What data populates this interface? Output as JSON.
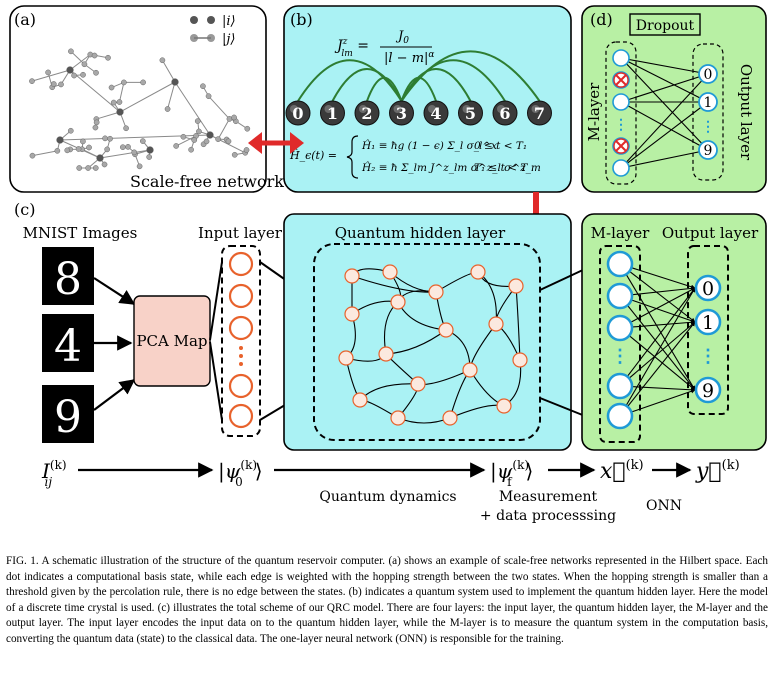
{
  "panel_labels": {
    "a": "(a)",
    "b": "(b)",
    "c": "(c)",
    "d": "(d)"
  },
  "panel_a": {
    "legend_ket_i": "|i⟩",
    "legend_ket_j": "|j⟩",
    "title": "Scale-free network"
  },
  "panel_b": {
    "coupling_lhs": "J",
    "coupling_lhs_sup": "z",
    "coupling_lhs_sub": "lm",
    "coupling_num": "J",
    "coupling_num_sub": "0",
    "coupling_den": "|l − m|",
    "coupling_den_sup": "α",
    "qubits": [
      "0",
      "1",
      "2",
      "3",
      "4",
      "5",
      "6",
      "7"
    ],
    "hamiltonian_lhs": "Ĥ_ϵ(t) =",
    "h1": "Ĥ₁ ≡ ħg (1 − ϵ) Σ_l σ_l^x",
    "h1_cond": "0 ≤ t < T₁",
    "h2": "Ĥ₂ ≡ ħ Σ_lm J^z_lm σ^z_l σ^z_m",
    "h2_cond": "T₁ ≤ t < T ."
  },
  "panel_d": {
    "dropout_label": "Dropout",
    "m_layer_label": "M-layer",
    "output_layer_label": "Output layer",
    "outputs": [
      "0",
      "1",
      "9"
    ],
    "ellipsis": "⋮"
  },
  "panel_c": {
    "mnist_label": "MNIST Images",
    "digits": [
      "8",
      "4",
      "9"
    ],
    "pca_label": "PCA Map",
    "input_layer_label": "Input layer",
    "hidden_layer_label": "Quantum hidden layer",
    "m_layer_label": "M-layer",
    "output_layer_label": "Output layer",
    "outputs": [
      "0",
      "1",
      "9"
    ],
    "ellipsis": "⋮"
  },
  "flow": {
    "input_symbol": "I",
    "input_sup": "(k)",
    "input_sub": "ij",
    "psi0": "|ψ",
    "psi0_sub": "0",
    "psi0_sup": "(k)",
    "psif": "|ψ",
    "psif_sub": "f",
    "psif_sup": "(k)",
    "x_vec": "x⃗",
    "x_sup": "(k)",
    "y_vec": "y⃗",
    "y_sup": "(k)",
    "quantum_dynamics": "Quantum dynamics",
    "measurement": "Measurement",
    "data_processing": "+ data processsing",
    "onn": "ONN"
  },
  "caption": "FIG. 1.   A schematic illustration of the structure of the quantum reservoir computer. (a) shows an example of scale-free networks represented in the Hilbert space. Each dot indicates a computational basis state, while each edge is weighted with the hopping strength between the two states. When the hopping strength is smaller than a threshold given by the percolation rule, there is no edge between the states. (b) indicates a quantum system used to implement the quantum hidden layer. Here the model of a discrete time crystal is used. (c) illustrates the total scheme of our QRC model. There are four layers: the input layer, the quantum hidden layer, the M-layer and the output layer. The input layer encodes the input data on to the quantum hidden layer, while the M-layer is to measure the quantum system in the computation basis, converting the quantum data (state) to the classical data. The one-layer neural network (ONN) is responsible for the training.",
  "colors": {
    "cyan_panel": "#aaf2f4",
    "green_panel": "#b8f0a4",
    "node_orange": "#e8622c",
    "node_blue": "#1f9ad6",
    "red_arrow": "#e02a2a",
    "arc_green": "#2e7d32",
    "pca_box": "#f8d2c8"
  }
}
